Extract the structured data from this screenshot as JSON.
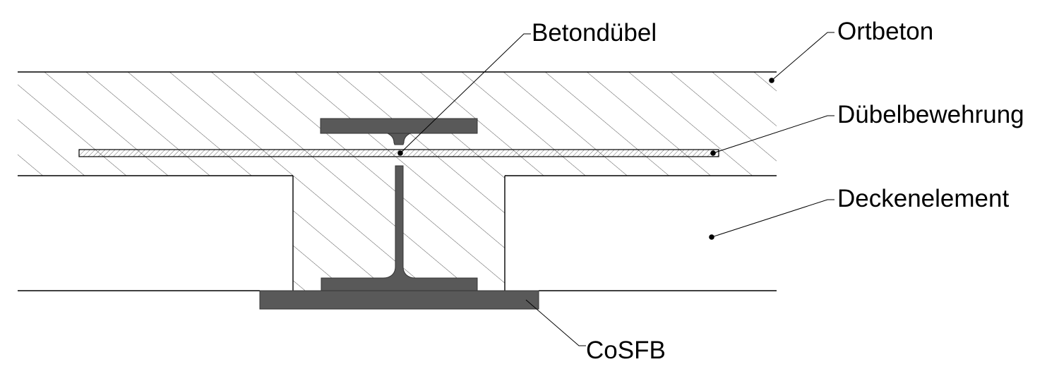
{
  "labels": {
    "betonduebel": "Betondübel",
    "ortbeton": "Ortbeton",
    "duebelbewehrung": "Dübelbewehrung",
    "deckenelement": "Deckenelement",
    "cosfb": "CoSFB"
  },
  "colors": {
    "steel": "#595959",
    "line": "#000000",
    "hatch": "#444444",
    "background": "#ffffff"
  }
}
